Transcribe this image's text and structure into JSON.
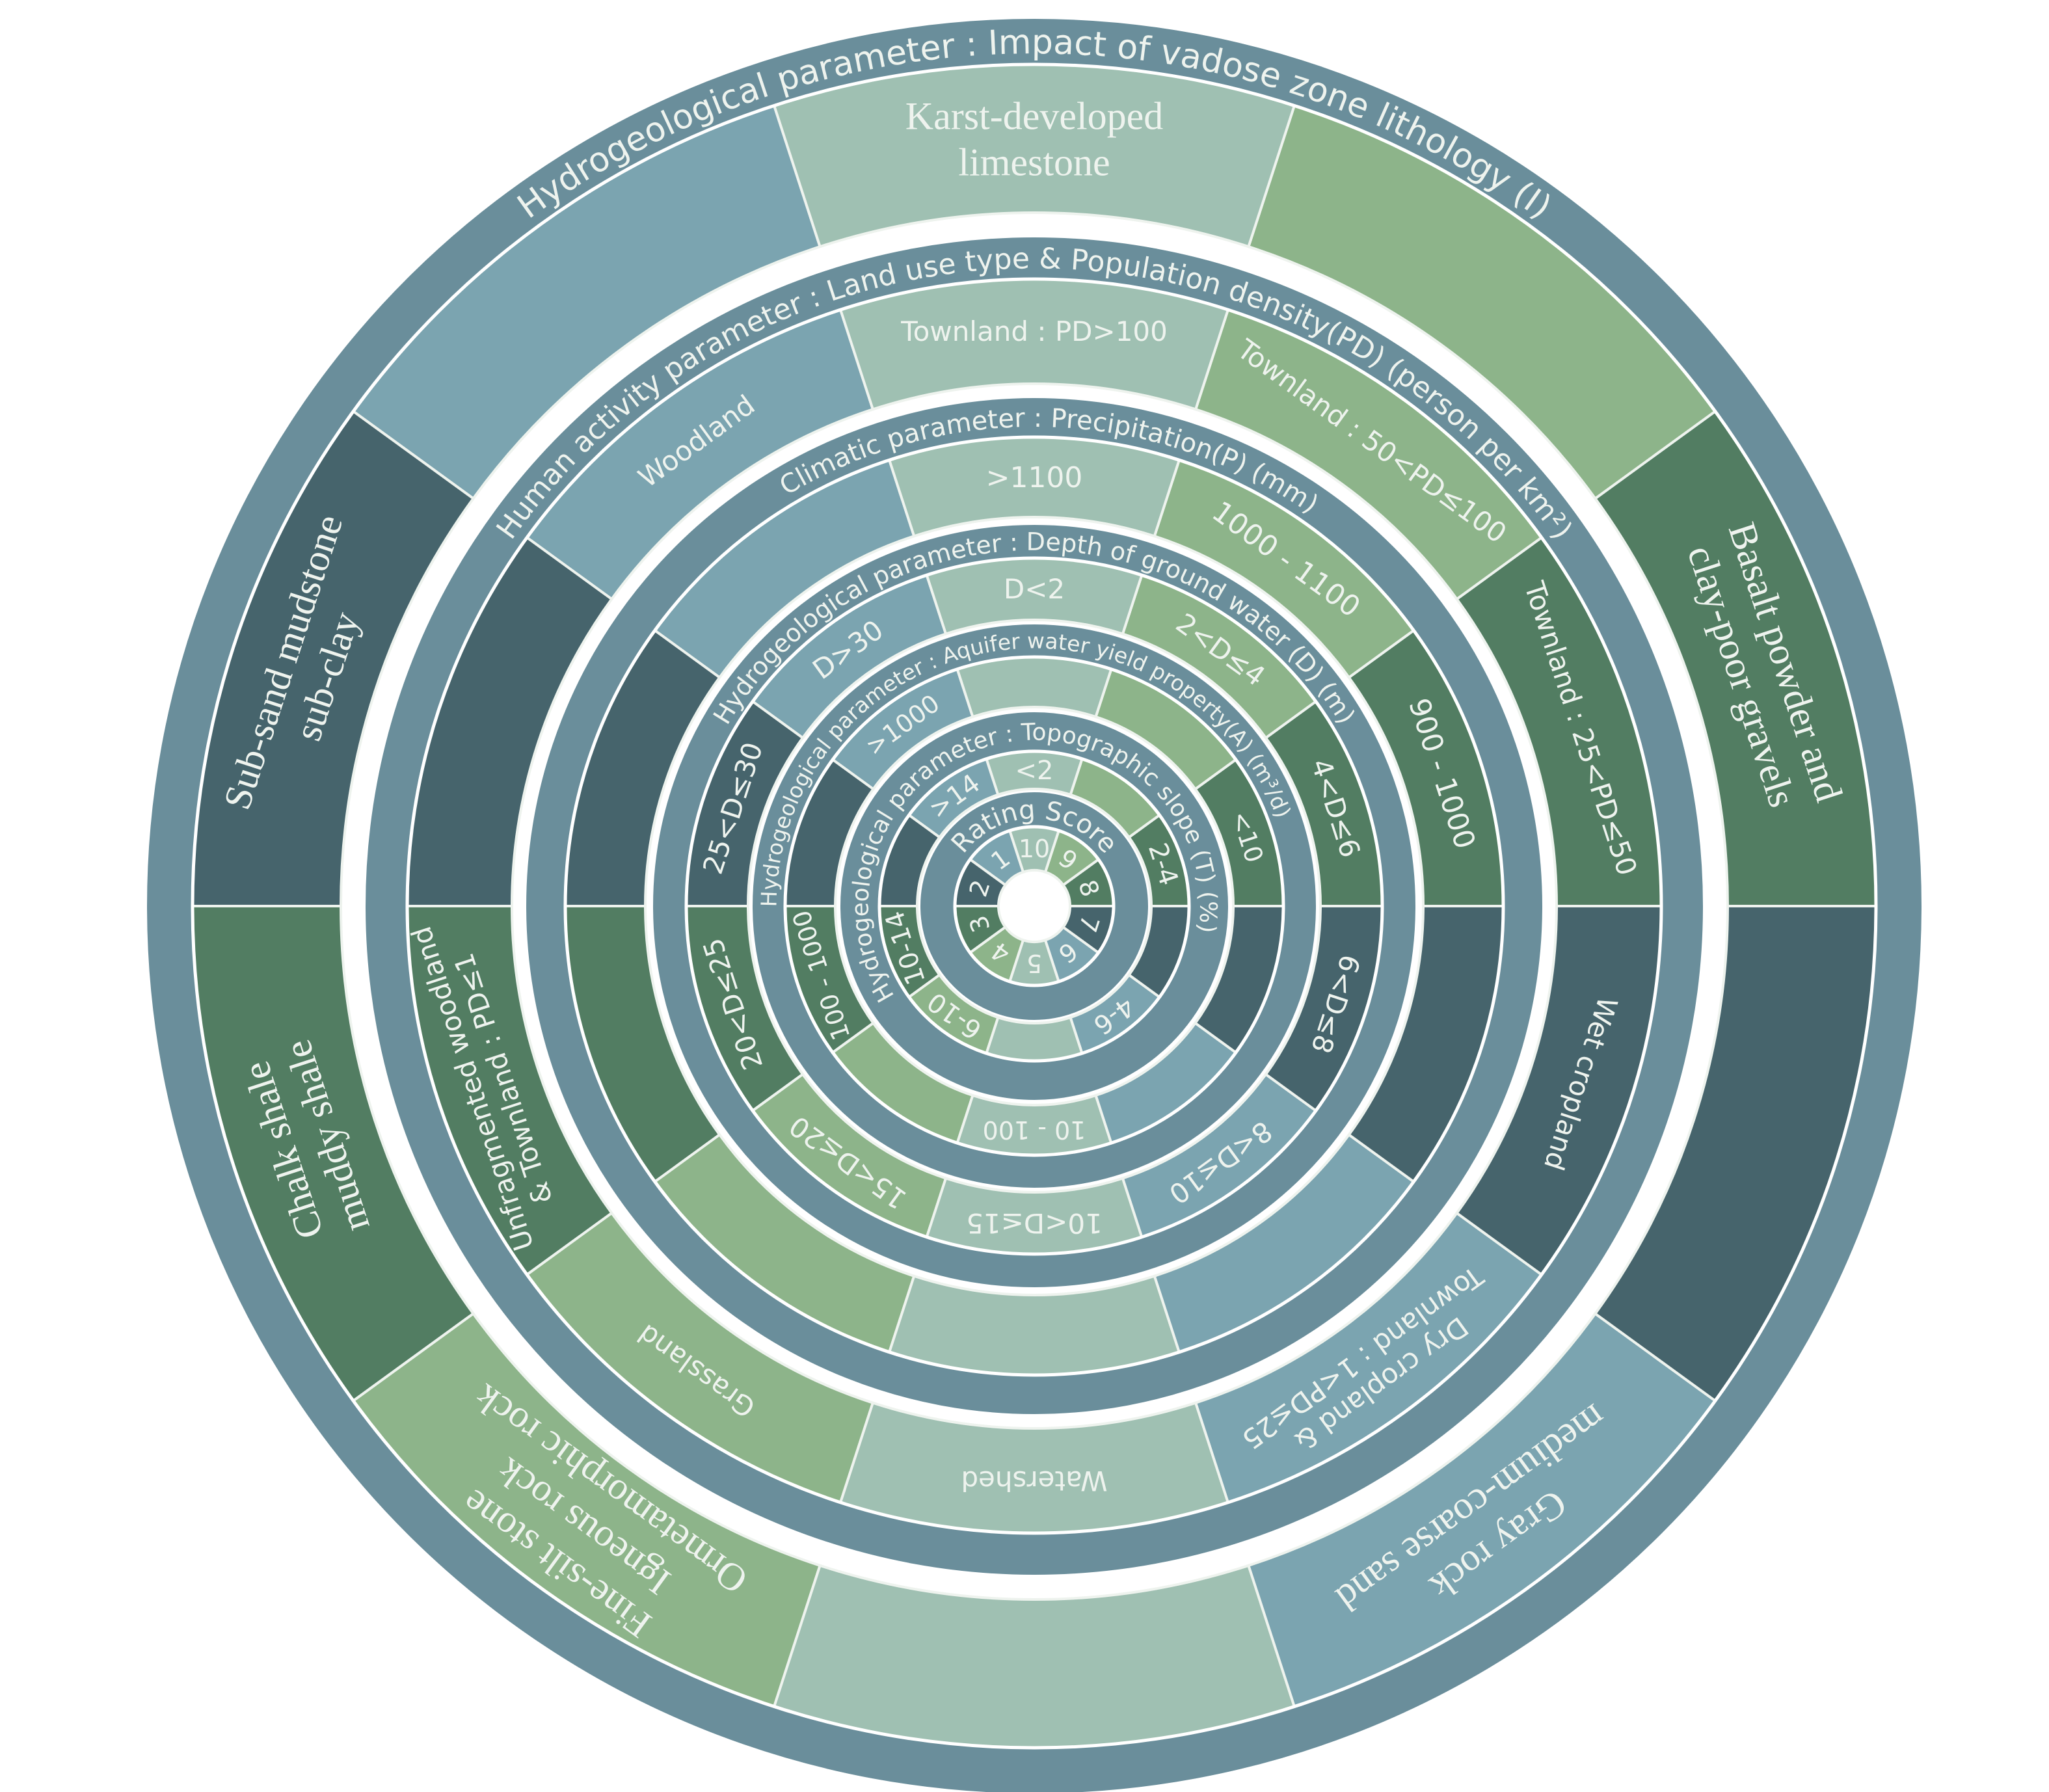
{
  "diagram_title": "Rating Score",
  "colors": {
    "band": "#6a8e9b",
    "score_colors": {
      "1": "#7ba4b0",
      "2": "#46646c",
      "3": "#527d62",
      "4": "#8db48a",
      "5": "#9fc0b2",
      "6": "#7ba4b0",
      "7": "#46646c",
      "8": "#527d62",
      "9": "#8db48a",
      "10": "#9fc0b2"
    },
    "text": "#eef3ee"
  },
  "rings": [
    {
      "id": "rating",
      "title": "Rating Score",
      "segments": [
        {
          "score": 1,
          "lines": [
            "1"
          ]
        },
        {
          "score": 2,
          "lines": [
            "2"
          ]
        },
        {
          "score": 3,
          "lines": [
            "3"
          ]
        },
        {
          "score": 4,
          "lines": [
            "4"
          ]
        },
        {
          "score": 5,
          "lines": [
            "5"
          ]
        },
        {
          "score": 6,
          "lines": [
            "6"
          ]
        },
        {
          "score": 7,
          "lines": [
            "7"
          ]
        },
        {
          "score": 8,
          "lines": [
            "8"
          ]
        },
        {
          "score": 9,
          "lines": [
            "9"
          ]
        },
        {
          "score": 10,
          "lines": [
            "10"
          ]
        }
      ]
    },
    {
      "id": "topographic-slope",
      "title": "Hydrogeological parameter : Topographic slope (T) (%)",
      "segments": [
        {
          "score": 1,
          "lines": [
            ">14"
          ]
        },
        {
          "score": 2,
          "lines": []
        },
        {
          "score": 3,
          "lines": [
            "10-14"
          ]
        },
        {
          "score": 4,
          "lines": [
            "6-10"
          ]
        },
        {
          "score": 5,
          "lines": []
        },
        {
          "score": 6,
          "lines": [
            "4-6"
          ]
        },
        {
          "score": 7,
          "lines": []
        },
        {
          "score": 8,
          "lines": [
            "2-4"
          ]
        },
        {
          "score": 9,
          "lines": []
        },
        {
          "score": 10,
          "lines": [
            "<2"
          ]
        }
      ]
    },
    {
      "id": "aquifer-water-yield",
      "title": "Hydrogeological parameter : Aquifer water yield property(A) (m³/d)",
      "segments": [
        {
          "score": 1,
          "lines": [
            ">1000"
          ]
        },
        {
          "score": 2,
          "lines": []
        },
        {
          "score": 3,
          "lines": [
            "100 - 1000"
          ]
        },
        {
          "score": 4,
          "lines": []
        },
        {
          "score": 5,
          "lines": [
            "10 - 100"
          ]
        },
        {
          "score": 6,
          "lines": []
        },
        {
          "score": 7,
          "lines": []
        },
        {
          "score": 8,
          "lines": [
            "<10"
          ]
        },
        {
          "score": 9,
          "lines": []
        },
        {
          "score": 10,
          "lines": []
        }
      ]
    },
    {
      "id": "depth-of-ground-water",
      "title": "Hydrogeological parameter : Depth of ground water (D) (m)",
      "segments": [
        {
          "score": 1,
          "lines": [
            "D>30"
          ]
        },
        {
          "score": 2,
          "lines": [
            "25<D≤30"
          ]
        },
        {
          "score": 3,
          "lines": [
            "20<D≤25"
          ]
        },
        {
          "score": 4,
          "lines": [
            "15<D≤20"
          ]
        },
        {
          "score": 5,
          "lines": [
            "10<D≤15"
          ]
        },
        {
          "score": 6,
          "lines": [
            "8<D≤10"
          ]
        },
        {
          "score": 7,
          "lines": [
            "6<D≤8"
          ]
        },
        {
          "score": 8,
          "lines": [
            "4<D≤6"
          ]
        },
        {
          "score": 9,
          "lines": [
            "2<D≤4"
          ]
        },
        {
          "score": 10,
          "lines": [
            "D<2"
          ]
        }
      ]
    },
    {
      "id": "precipitation",
      "title": "Climatic  parameter : Precipitation(P) (mm)",
      "segments": [
        {
          "score": 1,
          "lines": []
        },
        {
          "score": 2,
          "lines": []
        },
        {
          "score": 3,
          "lines": []
        },
        {
          "score": 4,
          "lines": []
        },
        {
          "score": 5,
          "lines": []
        },
        {
          "score": 6,
          "lines": []
        },
        {
          "score": 7,
          "lines": []
        },
        {
          "score": 8,
          "lines": [
            "900 - 1000"
          ]
        },
        {
          "score": 9,
          "lines": [
            "1000 - 1100"
          ]
        },
        {
          "score": 10,
          "lines": [
            ">1100"
          ]
        }
      ]
    },
    {
      "id": "land-use",
      "title": "Human activity parameter : Land use type & Population density(PD) (person per km²)",
      "segments": [
        {
          "score": 1,
          "lines": [
            "Woodland"
          ]
        },
        {
          "score": 2,
          "lines": []
        },
        {
          "score": 3,
          "lines": [
            "Unfragmented woodland",
            "& Townland : PD≤1"
          ]
        },
        {
          "score": 4,
          "lines": [
            "Grassland"
          ]
        },
        {
          "score": 5,
          "lines": [
            "Watershed"
          ]
        },
        {
          "score": 6,
          "lines": [
            "Dry cropland &",
            "Townland : 1<PD≤25"
          ]
        },
        {
          "score": 7,
          "lines": [
            "Wet cropland"
          ]
        },
        {
          "score": 8,
          "lines": [
            "Townland : 25<PD≤50"
          ]
        },
        {
          "score": 9,
          "lines": [
            "Townland : 50<PD≤100"
          ]
        },
        {
          "score": 10,
          "lines": [
            "Townland : PD>100"
          ]
        }
      ]
    },
    {
      "id": "vadose-zone-lithology",
      "title": "Hydrogeological parameter : Impact of vadose zone lithology (I)",
      "segments": [
        {
          "score": 1,
          "lines": []
        },
        {
          "score": 2,
          "lines": [
            "Sub-sand mudstone",
            "sub-clay"
          ]
        },
        {
          "score": 3,
          "lines": [
            "Chalk shale",
            "muddy shale"
          ]
        },
        {
          "score": 4,
          "lines": [
            "Fine-silt stone",
            "Igneous rock",
            "Ormetamorphic rock"
          ]
        },
        {
          "score": 5,
          "lines": []
        },
        {
          "score": 6,
          "lines": [
            "Gray rock",
            "medium-coarse sand"
          ]
        },
        {
          "score": 7,
          "lines": []
        },
        {
          "score": 8,
          "lines": [
            "Basalt powder and",
            "clay-poor gravels"
          ]
        },
        {
          "score": 9,
          "lines": []
        },
        {
          "score": 10,
          "lines": [
            "Karst-developed",
            "limestone"
          ]
        }
      ]
    }
  ]
}
